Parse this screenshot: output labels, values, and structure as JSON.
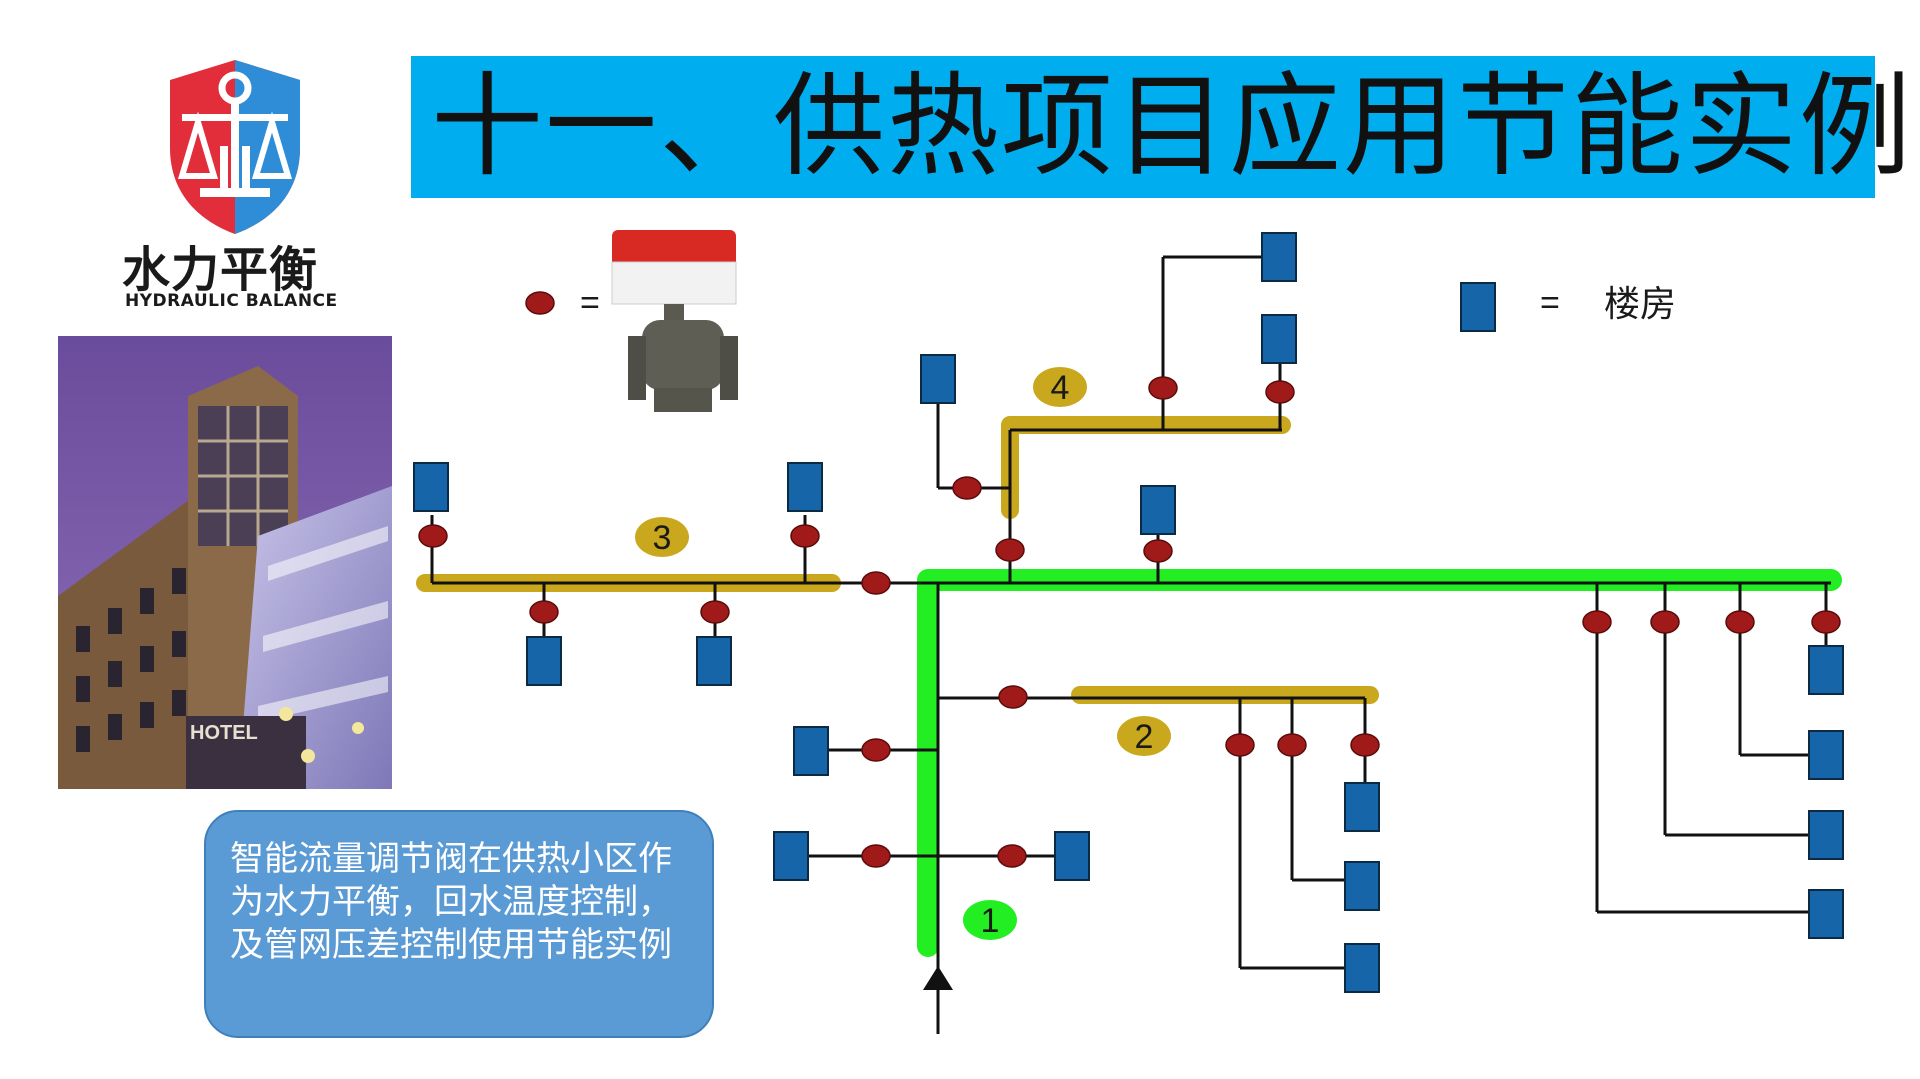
{
  "title": "十一、供热项目应用节能实例",
  "logo": {
    "cn": "水力平衡",
    "en": "HYDRAULIC BALANCE"
  },
  "photo": {
    "sign": "HOTEL"
  },
  "callout": {
    "text": "智能流量调节阀在供热小区作为水力平衡，回水温度控制，及管网压差控制使用节能实例"
  },
  "legend": {
    "valve_equals": "=",
    "building_equals": "=",
    "building_label": "楼房"
  },
  "branches": [
    {
      "number": "1",
      "color": "#22EE22"
    },
    {
      "number": "2",
      "color": "#C9A81E"
    },
    {
      "number": "3",
      "color": "#C9A81E"
    },
    {
      "number": "4",
      "color": "#C9A81E"
    }
  ],
  "colors": {
    "building": "#1565A8",
    "valve": "#A01A1A",
    "main_pipe": "#22EE22",
    "sub_pipe": "#C9A81E",
    "title_bar": "#00ADEF",
    "callout": "#5B9BD5"
  }
}
